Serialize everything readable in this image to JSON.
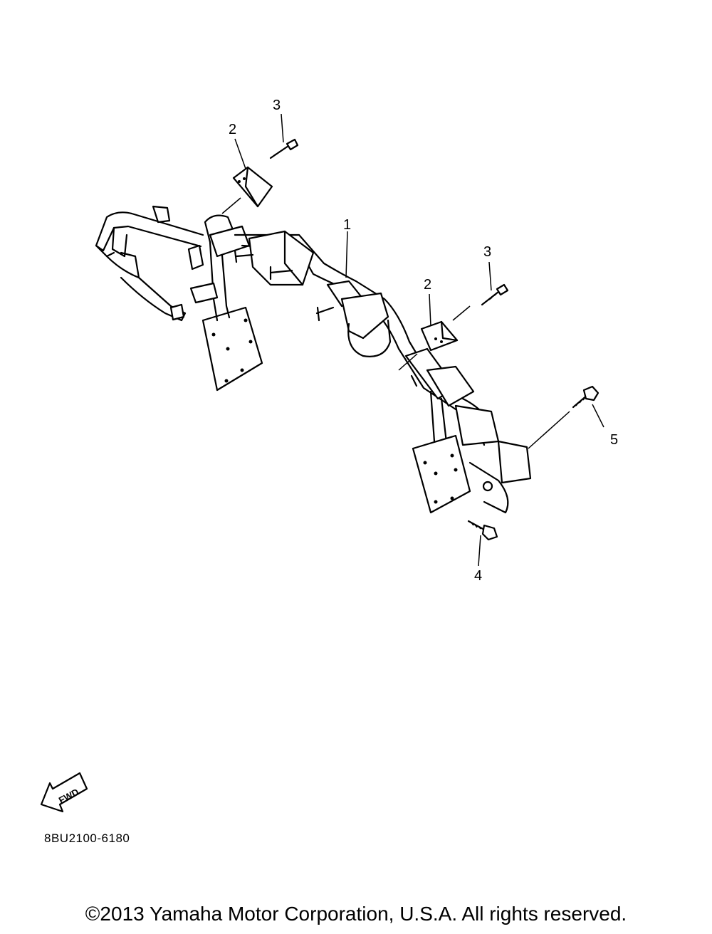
{
  "callouts": [
    {
      "id": "c1",
      "label": "1"
    },
    {
      "id": "c2a",
      "label": "2"
    },
    {
      "id": "c2b",
      "label": "2"
    },
    {
      "id": "c3a",
      "label": "3"
    },
    {
      "id": "c3b",
      "label": "3"
    },
    {
      "id": "c4",
      "label": "4"
    },
    {
      "id": "c5",
      "label": "5"
    }
  ],
  "fwd_label": "FWD",
  "part_code": "8BU2100-6180",
  "copyright": "©2013 Yamaha Motor Corporation, U.S.A. All rights reserved."
}
